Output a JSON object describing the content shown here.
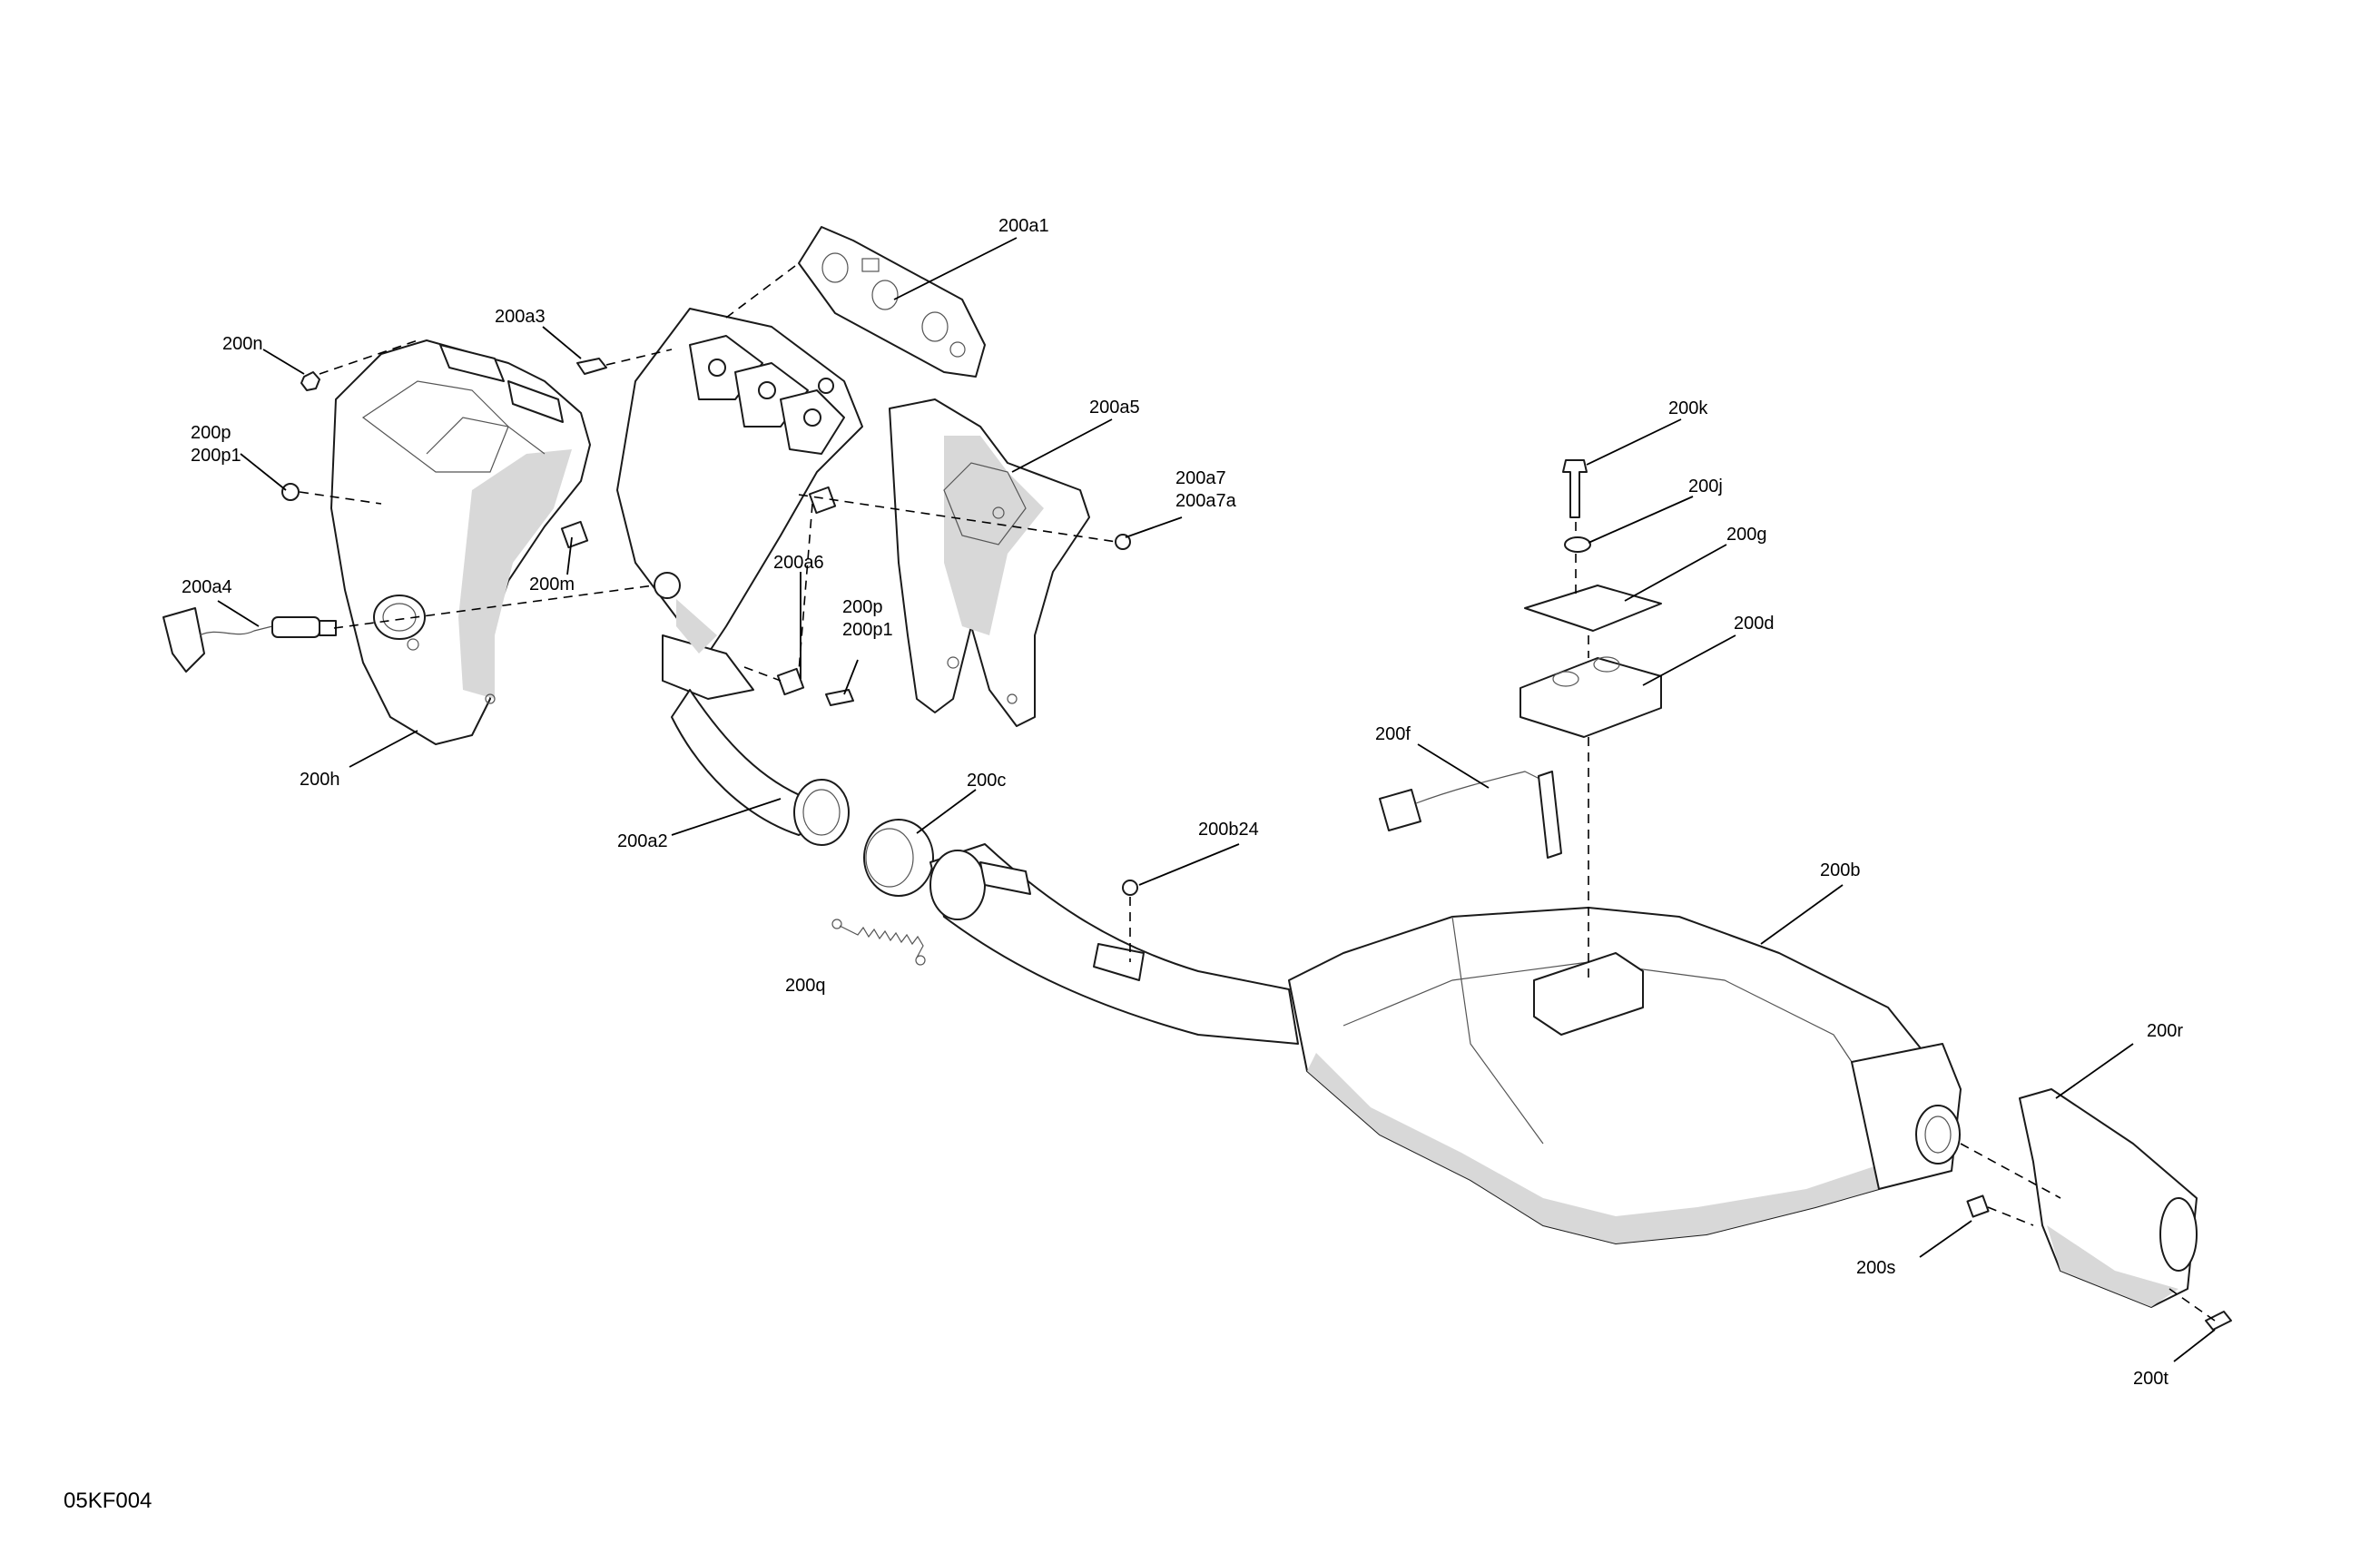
{
  "figure_code": "05KF004",
  "callouts": {
    "c200a1": "200a1",
    "c200a3": "200a3",
    "c200n": "200n",
    "c200p_a": "200p",
    "c200p1_a": "200p1",
    "c200a5": "200a5",
    "c200a7": "200a7",
    "c200a7a": "200a7a",
    "c200m": "200m",
    "c200a4": "200a4",
    "c200a6": "200a6",
    "c200p_b": "200p",
    "c200p1_b": "200p1",
    "c200h": "200h",
    "c200a2": "200a2",
    "c200c": "200c",
    "c200k": "200k",
    "c200j": "200j",
    "c200g": "200g",
    "c200d": "200d",
    "c200f": "200f",
    "c200b24": "200b24",
    "c200b": "200b",
    "c200q": "200q",
    "c200r": "200r",
    "c200s": "200s",
    "c200t": "200t"
  }
}
